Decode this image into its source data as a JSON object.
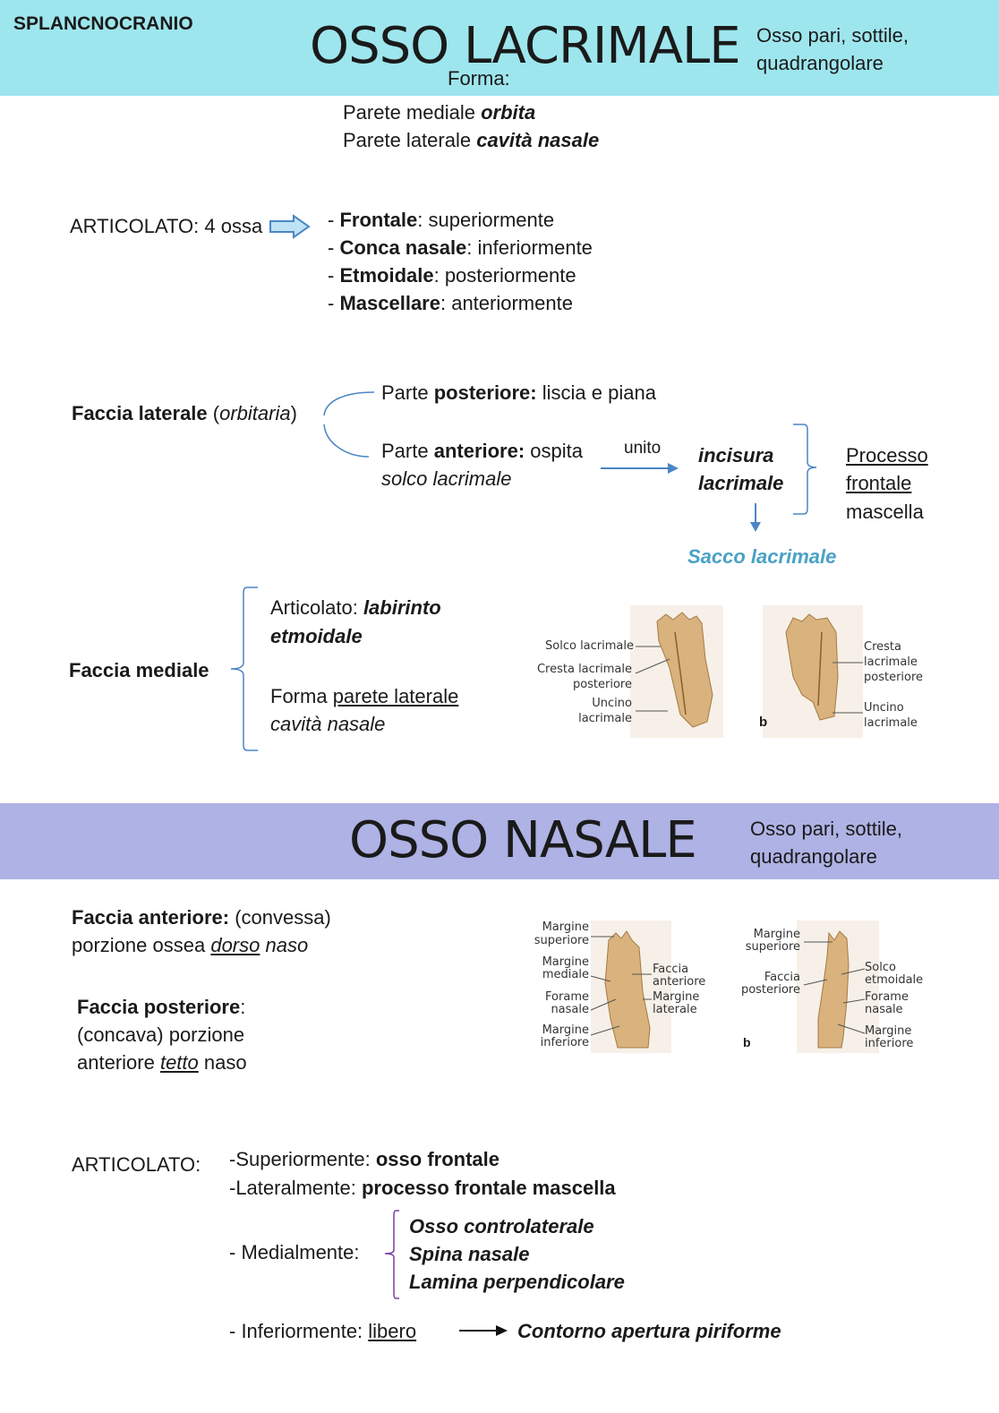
{
  "header": {
    "tag": "SPLANCNOCRANIO",
    "title": "OSSO LACRIMALE",
    "subtitle": "Forma:",
    "desc_line1": "Osso pari, sottile,",
    "desc_line2": "quadrangolare",
    "color": "#9ee6ee"
  },
  "forma": {
    "l1_prefix": "Parete mediale ",
    "l1_bold": "orbita",
    "l2_prefix": "Parete laterale ",
    "l2_bold": "cavità nasale"
  },
  "articolato1": {
    "label": "ARTICOLATO: 4 ossa",
    "items": [
      {
        "bold": "Frontale",
        "rest": ": superiormente"
      },
      {
        "bold": "Conca nasale",
        "rest": ": inferiormente"
      },
      {
        "bold": "Etmoidale",
        "rest": ": posteriormente"
      },
      {
        "bold": "Mascellare",
        "rest": ": anteriormente"
      }
    ]
  },
  "faccia_laterale": {
    "label_bold": "Faccia laterale",
    "label_paren_open": " (",
    "label_italic": "orbitaria",
    "label_paren_close": ")",
    "post_prefix": "Parte ",
    "post_bold": "posteriore:",
    "post_rest": " liscia e piana",
    "ant_prefix": "Parte ",
    "ant_bold": "anteriore:",
    "ant_rest": " ospita",
    "ant_line2": "solco lacrimale",
    "unito": "unito",
    "incisura1": "incisura",
    "incisura2": "lacrimale",
    "processo1": "Processo",
    "processo2": "frontale",
    "processo3": "mascella",
    "sacco": "Sacco lacrimale"
  },
  "faccia_mediale": {
    "label": "Faccia mediale",
    "art_prefix": "Articolato: ",
    "art_bold1": "labirinto",
    "art_bold2": "etmoidale",
    "forma_prefix": "Forma ",
    "forma_u": "parete laterale",
    "forma_line2": "cavità nasale"
  },
  "fig_lacrimale": {
    "a_labels": [
      "Solco lacrimale",
      "Cresta lacrimale",
      "posteriore",
      "Uncino",
      "lacrimale"
    ],
    "b_letter": "b",
    "b_labels": [
      "Cresta",
      "lacrimale",
      "posteriore",
      "Uncino",
      "lacrimale"
    ]
  },
  "nasale": {
    "title": "OSSO NASALE",
    "desc_line1": "Osso pari, sottile,",
    "desc_line2": "quadrangolare",
    "color": "#aeb2e4",
    "ant_bold": "Faccia anteriore:",
    "ant_rest": " (convessa)",
    "ant_line2_prefix": "porzione ossea ",
    "ant_line2_u": "dorso",
    "ant_line2_it": " naso",
    "post_bold": "Faccia posteriore",
    "post_colon": ":",
    "post_line2": "(concava) porzione",
    "post_line3_prefix": "anteriore ",
    "post_line3_u": "tetto",
    "post_line3_rest": " naso"
  },
  "fig_nasale": {
    "a_left": [
      "Margine",
      "superiore",
      "Margine",
      "mediale",
      "Forame",
      "nasale",
      "Margine",
      "inferiore"
    ],
    "a_right": [
      "Faccia",
      "anteriore",
      "Margine",
      "laterale"
    ],
    "b_letter": "b",
    "b_left": [
      "Margine",
      "superiore",
      "Faccia",
      "posteriore"
    ],
    "b_right": [
      "Solco",
      "etmoidale",
      "Forame",
      "nasale",
      "Margine",
      "inferiore"
    ]
  },
  "articolato2": {
    "label": "ARTICOLATO:",
    "sup_prefix": "-Superiormente: ",
    "sup_bold": "osso frontale",
    "lat_prefix": "-Lateralmente: ",
    "lat_bold": "processo frontale mascella",
    "med_label": "- Medialmente:",
    "med_items": [
      "Osso controlaterale",
      "Spina nasale",
      "Lamina perpendicolare"
    ],
    "inf_prefix": "- Inferiormente: ",
    "inf_u": "libero",
    "inf_result": "Contorno apertura piriforme"
  }
}
